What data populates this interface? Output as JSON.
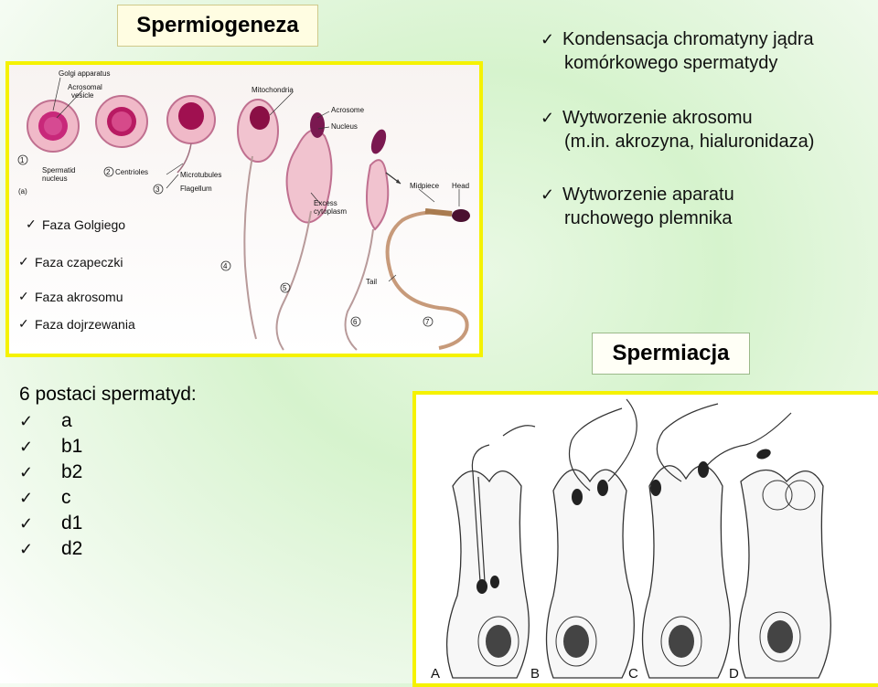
{
  "titles": {
    "spermiogeneza": "Spermiogeneza",
    "spermiacja": "Spermiacja"
  },
  "phases": [
    {
      "label": "Faza Golgiego"
    },
    {
      "label": "Faza czapeczki"
    },
    {
      "label": "Faza akrosomu"
    },
    {
      "label": "Faza dojrzewania"
    }
  ],
  "points": [
    {
      "line1": "Kondensacja chromatyny jądra",
      "line2": "komórkowego spermatydy"
    },
    {
      "line1": "Wytworzenie akrosomu",
      "line2": "(m.in. akrozyna, hialuronidaza)"
    },
    {
      "line1": "Wytworzenie aparatu",
      "line2": "ruchowego   plemnika"
    }
  ],
  "forms": {
    "title": "6 postaci spermatyd:",
    "items": [
      "a",
      "b1",
      "b2",
      "c",
      "d1",
      "d2"
    ]
  },
  "figure1_labels": {
    "golgi": "Golgi apparatus",
    "acrosomal": "Acrosomal",
    "vesicle": "vesicle",
    "mitochondria": "Mitochondria",
    "acrosome": "Acrosome",
    "nucleus": "Nucleus",
    "spermatid": "Spermatid",
    "spermatid_nucleus": "nucleus",
    "centrioles": "Centrioles",
    "microtubules": "Microtubules",
    "flagellum": "Flagellum",
    "excess": "Excess",
    "cytoplasm": "cytoplasm",
    "midpiece": "Midpiece",
    "head": "Head",
    "tail": "Tail",
    "panel_letter": "(a)",
    "n1": "1",
    "n2": "2",
    "n3": "3",
    "n4": "4",
    "n5": "5",
    "n6": "6",
    "n7": "7"
  },
  "figure2_labels": {
    "a": "A",
    "b": "B",
    "c": "C",
    "d": "D"
  }
}
